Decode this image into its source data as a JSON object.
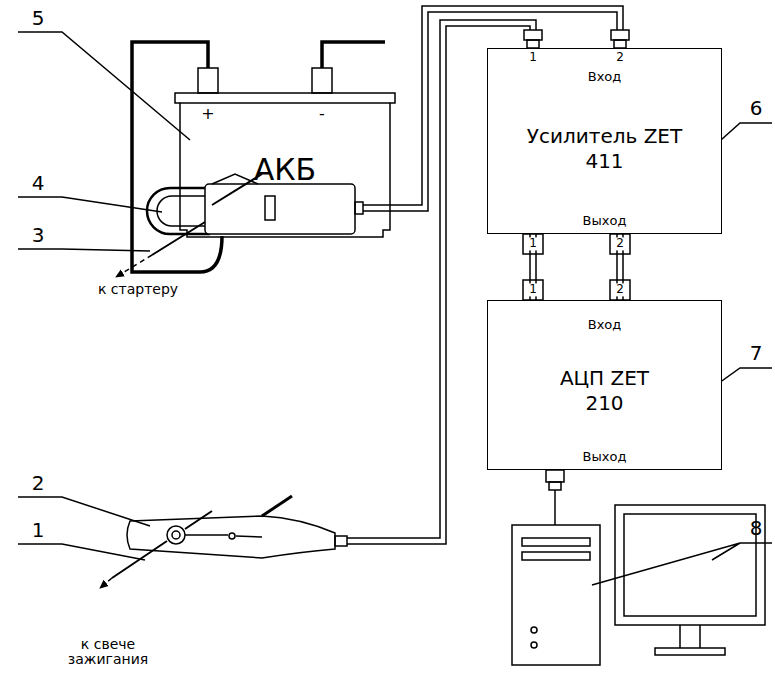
{
  "diagram": {
    "nodes": [
      {
        "text": [
          "АКБ"
        ]
      },
      {
        "text": [
          "Вход",
          "Усилитель ZET 411",
          "Выход"
        ]
      },
      {
        "text": [
          "Вход",
          "АЦП ZET 210",
          "Выход"
        ]
      }
    ],
    "edges": [
      {
        "from": 1,
        "to": 2,
        "arrow": "none"
      },
      {
        "from": 1,
        "to": 2,
        "arrow": "none"
      }
    ],
    "labels": [
      "5",
      "4",
      "3",
      "2",
      "1",
      "6",
      "7",
      "8",
      "+",
      "-",
      "к стартеру",
      "к свече зажигания",
      "1",
      "2",
      "1",
      "2",
      "1",
      "2"
    ]
  }
}
